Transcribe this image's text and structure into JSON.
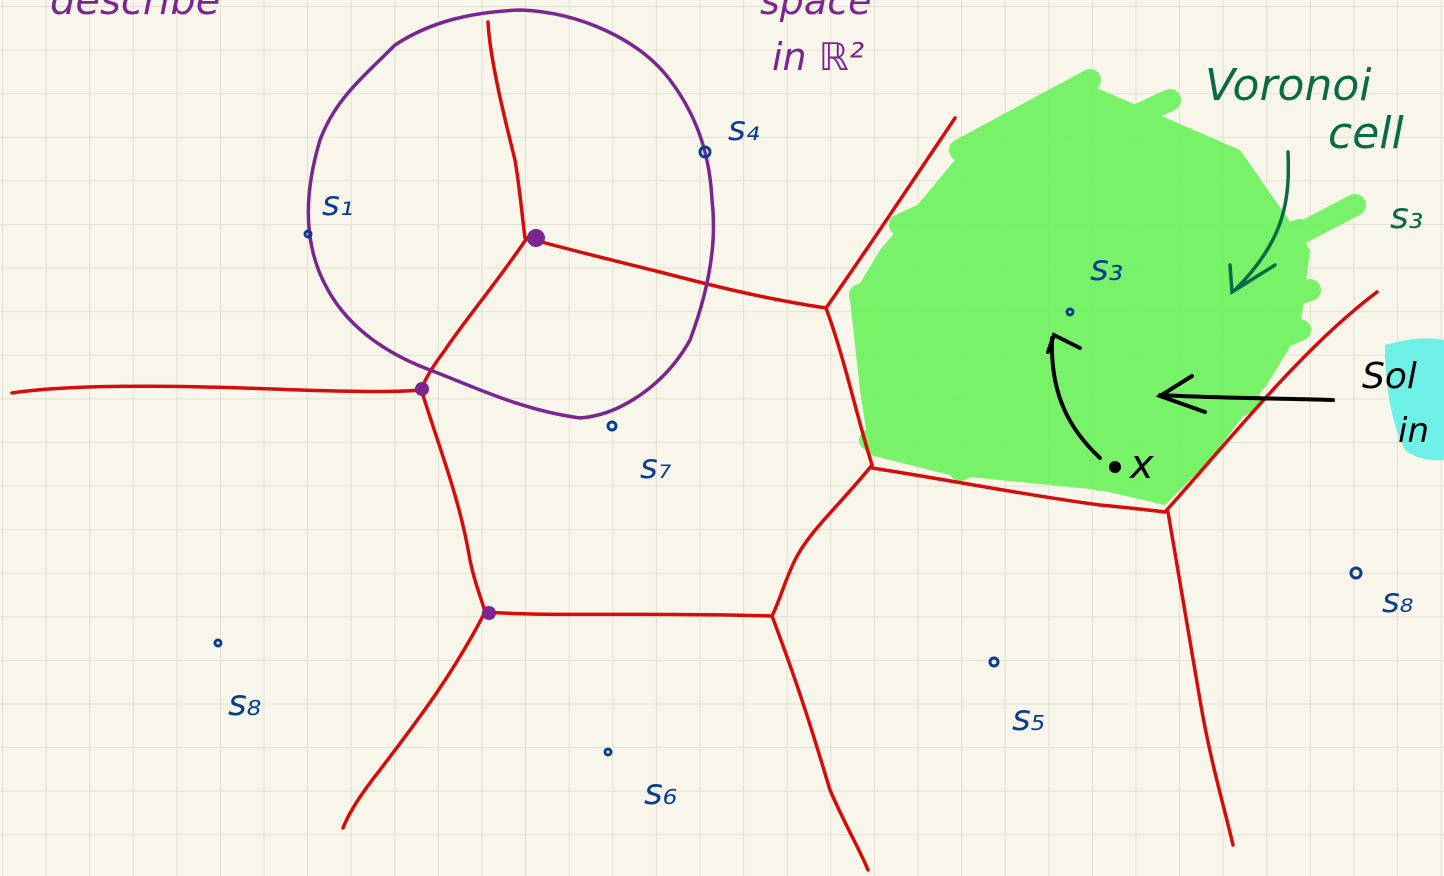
{
  "diagram": {
    "top_note_left": "describe",
    "top_note_mid": "space",
    "top_note_mid2": "in ℝ²",
    "voronoi_label": "Voronoi",
    "voronoi_label2": "cell",
    "site_labels": {
      "s1": "s₁",
      "s4": "s₄",
      "s3": "s₃",
      "s7": "s₇",
      "s5": "s₅",
      "s6": "s₆",
      "s8": "s₈",
      "s3_right": "s₃",
      "s_right": "s₈"
    },
    "query_label": "x",
    "solution_label": "Sol",
    "solution_label2": "in",
    "colors": {
      "voronoi_edges": "#d40c0c",
      "circle": "#7a2590",
      "sites": "#0a3d8f",
      "cell_fill": "#6ef25e",
      "annotation": "#0a6a45",
      "arrow": "#000000",
      "solution_highlight": "#6ef0e6"
    }
  }
}
